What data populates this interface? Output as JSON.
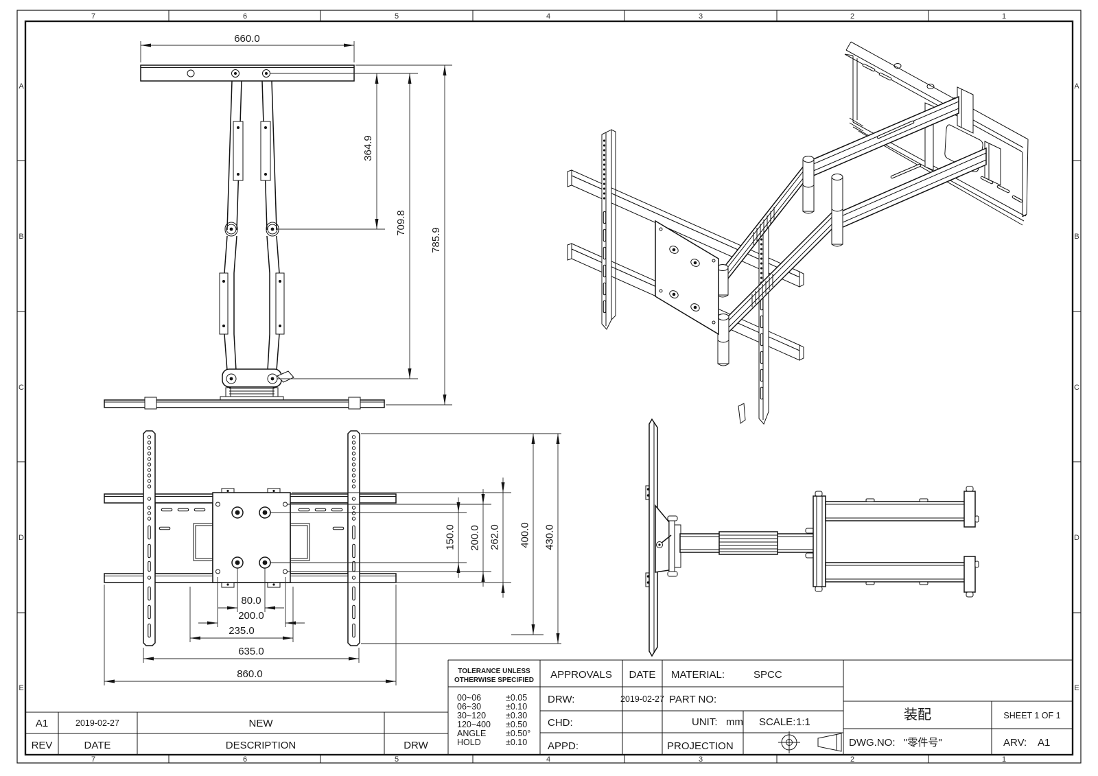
{
  "drawing": {
    "zones": {
      "columns": [
        "7",
        "6",
        "5",
        "4",
        "3",
        "2",
        "1"
      ],
      "rows": [
        "A",
        "B",
        "C",
        "D",
        "E"
      ]
    },
    "views": {
      "top": {
        "dim_width": "660.0",
        "dim_upper_arm": "364.9",
        "dim_extension": "709.8",
        "dim_total_depth": "785.9"
      },
      "front": {
        "dim_vesa_vertical": "150.0",
        "dim_holes_vertical": "200.0",
        "dim_plate_height": "262.0",
        "dim_rail_holes": "400.0",
        "dim_rail_length": "430.0",
        "dim_vesa_horizontal": "80.0",
        "dim_holes_horizontal": "200.0",
        "dim_plate_width": "235.0",
        "dim_rail_span": "635.0",
        "dim_bar_length": "860.0"
      }
    },
    "revision_table": {
      "headers": {
        "rev": "REV",
        "date": "DATE",
        "description": "DESCRIPTION",
        "drw": "DRW"
      },
      "rows": [
        {
          "rev": "A1",
          "date": "2019-02-27",
          "description": "NEW",
          "drw": ""
        }
      ]
    },
    "title_block": {
      "tolerance": {
        "title_line1": "TOLERANCE UNLESS",
        "title_line2": "OTHERWISE SPECIFIED",
        "rows": [
          [
            "00~06",
            "±0.05"
          ],
          [
            "06~30",
            "±0.10"
          ],
          [
            "30~120",
            "±0.30"
          ],
          [
            "120~400",
            "±0.50"
          ],
          [
            "ANGLE",
            "±0.50°"
          ],
          [
            "HOLD",
            "±0.10"
          ]
        ]
      },
      "approvals_label": "APPROVALS",
      "date_label": "DATE",
      "material_label": "MATERIAL:",
      "material_value": "SPCC",
      "drw_label": "DRW:",
      "drw_date": "2019-02-27",
      "part_no_label": "PART NO:",
      "chd_label": "CHD:",
      "unit_label": "UNIT:",
      "unit_value": "mm",
      "scale_label": "SCALE:",
      "scale_value": "1:1",
      "appd_label": "APPD:",
      "projection_label": "PROJECTION",
      "title": "装配",
      "sheet": "SHEET 1 OF 1",
      "dwg_no_label": "DWG.NO:",
      "dwg_no_value": "\"零件号\"",
      "arv_label": "ARV:",
      "arv_value": "A1"
    }
  }
}
